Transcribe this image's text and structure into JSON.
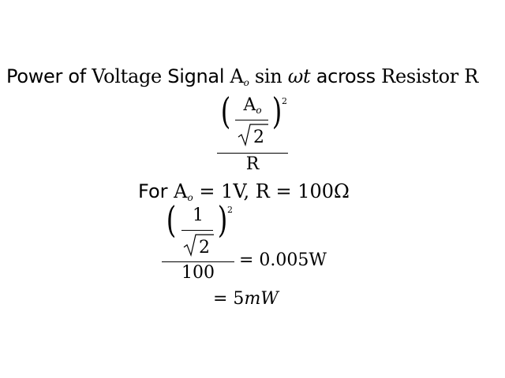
{
  "title": {
    "power_of": "Power of ",
    "voltage": "Voltage",
    "signal": " Signal ",
    "a": "A",
    "a_sub": "o",
    "sin": " sin ",
    "omega_t": "ωt",
    "across": " across ",
    "resistor": "Resistor R"
  },
  "fraction1": {
    "num_a": "A",
    "num_a_sub": "o",
    "sqrt_arg": "2",
    "power": "2",
    "denominator": "R"
  },
  "for_line": {
    "prefix": "For ",
    "a": "A",
    "a_sub": "o",
    "rest": " = 1V, R = 100Ω"
  },
  "fraction2": {
    "num": "1",
    "sqrt_arg": "2",
    "power": "2",
    "denominator": "100",
    "result": "= 0.005W"
  },
  "final_line": {
    "eq": "= 5",
    "unit": "mW"
  }
}
